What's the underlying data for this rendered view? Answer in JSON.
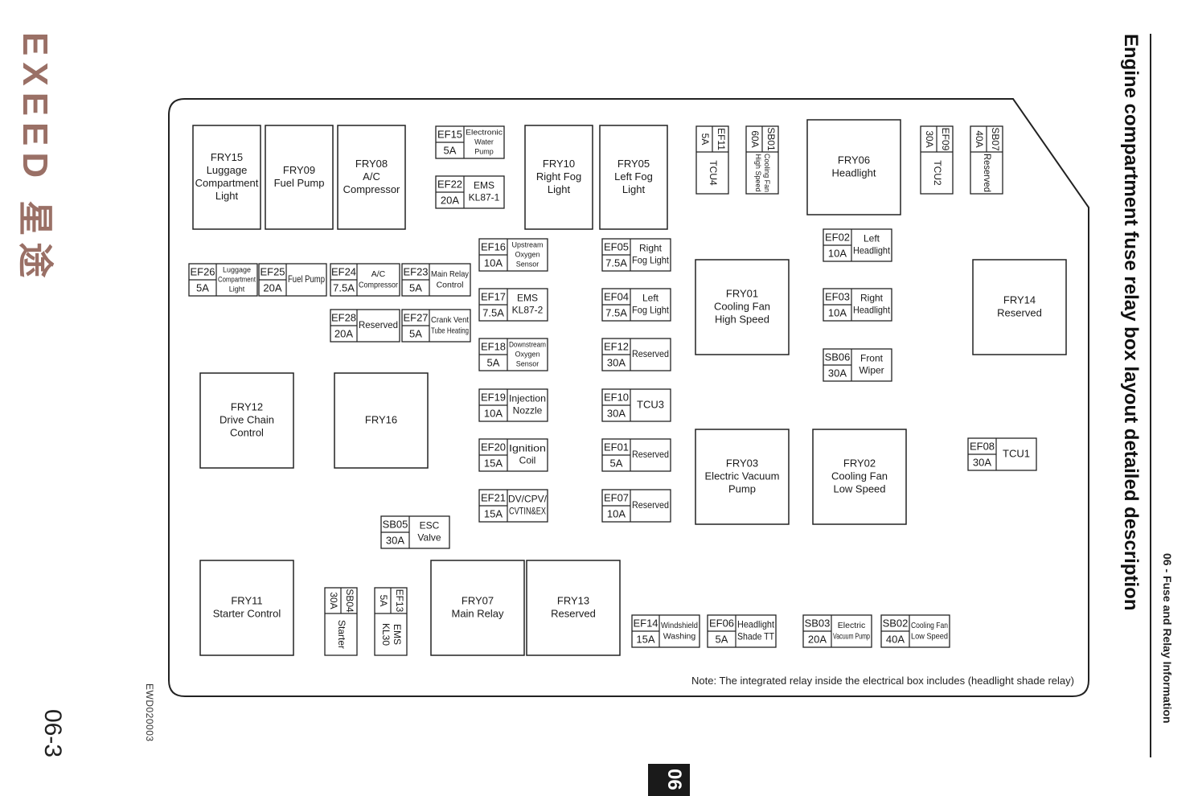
{
  "header": {
    "brand": "EXEED 星途",
    "page_number": "06-3",
    "doc_code": "EWD020003",
    "section_tab": "06",
    "title": "Engine compartment fuse relay box layout detailed description",
    "chapter": "06 - Fuse and Relay Information"
  },
  "note": "Note: The integrated relay inside the electrical box includes (headlight shade relay)",
  "relays": [
    {
      "id": "fry15",
      "lines": [
        "FRY15",
        "Luggage",
        "Compartment",
        "Light"
      ]
    },
    {
      "id": "fry09",
      "lines": [
        "FRY09",
        "Fuel Pump"
      ]
    },
    {
      "id": "fry08",
      "lines": [
        "FRY08",
        "A/C",
        "Compressor"
      ]
    },
    {
      "id": "fry10",
      "lines": [
        "FRY10",
        "Right Fog",
        "Light"
      ]
    },
    {
      "id": "fry05",
      "lines": [
        "FRY05",
        "Left Fog",
        "Light"
      ]
    },
    {
      "id": "fry06",
      "lines": [
        "FRY06",
        "Headlight"
      ]
    },
    {
      "id": "fry01",
      "lines": [
        "FRY01",
        "Cooling Fan",
        "High Speed"
      ]
    },
    {
      "id": "fry14",
      "lines": [
        "FRY14",
        "Reserved"
      ]
    },
    {
      "id": "fry12",
      "lines": [
        "FRY12",
        "Drive Chain",
        "Control"
      ]
    },
    {
      "id": "fry16",
      "lines": [
        "FRY16"
      ]
    },
    {
      "id": "fry03",
      "lines": [
        "FRY03",
        "Electric Vacuum",
        "Pump"
      ]
    },
    {
      "id": "fry02",
      "lines": [
        "FRY02",
        "Cooling Fan",
        "Low Speed"
      ]
    },
    {
      "id": "fry11",
      "lines": [
        "FRY11",
        "Starter Control"
      ]
    },
    {
      "id": "fry07",
      "lines": [
        "FRY07",
        "Main Relay"
      ]
    },
    {
      "id": "fry13",
      "lines": [
        "FRY13",
        "Reserved"
      ]
    }
  ],
  "fuses": [
    {
      "id": "EF15",
      "amp": "5A",
      "desc": [
        "Electronic",
        "Water",
        "Pump"
      ]
    },
    {
      "id": "EF22",
      "amp": "20A",
      "desc": [
        "EMS",
        "KL87-1"
      ]
    },
    {
      "id": "EF26",
      "amp": "5A",
      "desc": [
        "Luggage",
        "Compartment",
        "Light"
      ]
    },
    {
      "id": "EF25",
      "amp": "20A",
      "desc": [
        "Fuel Pump"
      ]
    },
    {
      "id": "EF24",
      "amp": "7.5A",
      "desc": [
        "A/C",
        "Compressor"
      ]
    },
    {
      "id": "EF23",
      "amp": "5A",
      "desc": [
        "Main Relay",
        "Control"
      ]
    },
    {
      "id": "EF28",
      "amp": "20A",
      "desc": [
        "Reserved"
      ]
    },
    {
      "id": "EF27",
      "amp": "5A",
      "desc": [
        "Crank Vent",
        "Tube Heating"
      ]
    },
    {
      "id": "EF16",
      "amp": "10A",
      "desc": [
        "Upstream",
        "Oxygen",
        "Sensor"
      ]
    },
    {
      "id": "EF17",
      "amp": "7.5A",
      "desc": [
        "EMS",
        "KL87-2"
      ]
    },
    {
      "id": "EF18",
      "amp": "5A",
      "desc": [
        "Downstream",
        "Oxygen",
        "Sensor"
      ]
    },
    {
      "id": "EF19",
      "amp": "10A",
      "desc": [
        "Injection",
        "Nozzle"
      ]
    },
    {
      "id": "EF20",
      "amp": "15A",
      "desc": [
        "Ignition",
        "Coil"
      ]
    },
    {
      "id": "EF21",
      "amp": "15A",
      "desc": [
        "DV/CPV/",
        "CVTIN&EX"
      ]
    },
    {
      "id": "EF05",
      "amp": "7.5A",
      "desc": [
        "Right",
        "Fog Light"
      ]
    },
    {
      "id": "EF04",
      "amp": "7.5A",
      "desc": [
        "Left",
        "Fog Light"
      ]
    },
    {
      "id": "EF12",
      "amp": "30A",
      "desc": [
        "Reserved"
      ]
    },
    {
      "id": "EF10",
      "amp": "30A",
      "desc": [
        "TCU3"
      ]
    },
    {
      "id": "EF01",
      "amp": "5A",
      "desc": [
        "Reserved"
      ]
    },
    {
      "id": "EF07",
      "amp": "10A",
      "desc": [
        "Reserved"
      ]
    },
    {
      "id": "EF02",
      "amp": "10A",
      "desc": [
        "Left",
        "Headlight"
      ]
    },
    {
      "id": "EF03",
      "amp": "10A",
      "desc": [
        "Right",
        "Headlight"
      ]
    },
    {
      "id": "SB06",
      "amp": "30A",
      "desc": [
        "Front",
        "Wiper"
      ]
    },
    {
      "id": "EF08",
      "amp": "30A",
      "desc": [
        "TCU1"
      ]
    },
    {
      "id": "SB05",
      "amp": "30A",
      "desc": [
        "ESC",
        "Valve"
      ]
    },
    {
      "id": "EF14",
      "amp": "15A",
      "desc": [
        "Windshield",
        "Washing"
      ]
    },
    {
      "id": "EF06",
      "amp": "5A",
      "desc": [
        "Headlight",
        "Shade TT"
      ]
    },
    {
      "id": "SB03",
      "amp": "20A",
      "desc": [
        "Electric",
        "Vacuum Pump"
      ]
    },
    {
      "id": "SB02",
      "amp": "40A",
      "desc": [
        "Cooling Fan",
        "Low Speed"
      ]
    }
  ],
  "vfuses": [
    {
      "id": "EF11",
      "amp": "5A",
      "desc": [
        "TCU4"
      ]
    },
    {
      "id": "SB01",
      "amp": "60A",
      "desc": [
        "Cooling Fan",
        "High Speed"
      ]
    },
    {
      "id": "EF09",
      "amp": "30A",
      "desc": [
        "TCU2"
      ]
    },
    {
      "id": "SB07",
      "amp": "40A",
      "desc": [
        "Reserved"
      ]
    },
    {
      "id": "SB04",
      "amp": "30A",
      "desc": [
        "Starter"
      ]
    },
    {
      "id": "EF13",
      "amp": "5A",
      "desc": [
        "EMS",
        "KL30"
      ]
    }
  ]
}
